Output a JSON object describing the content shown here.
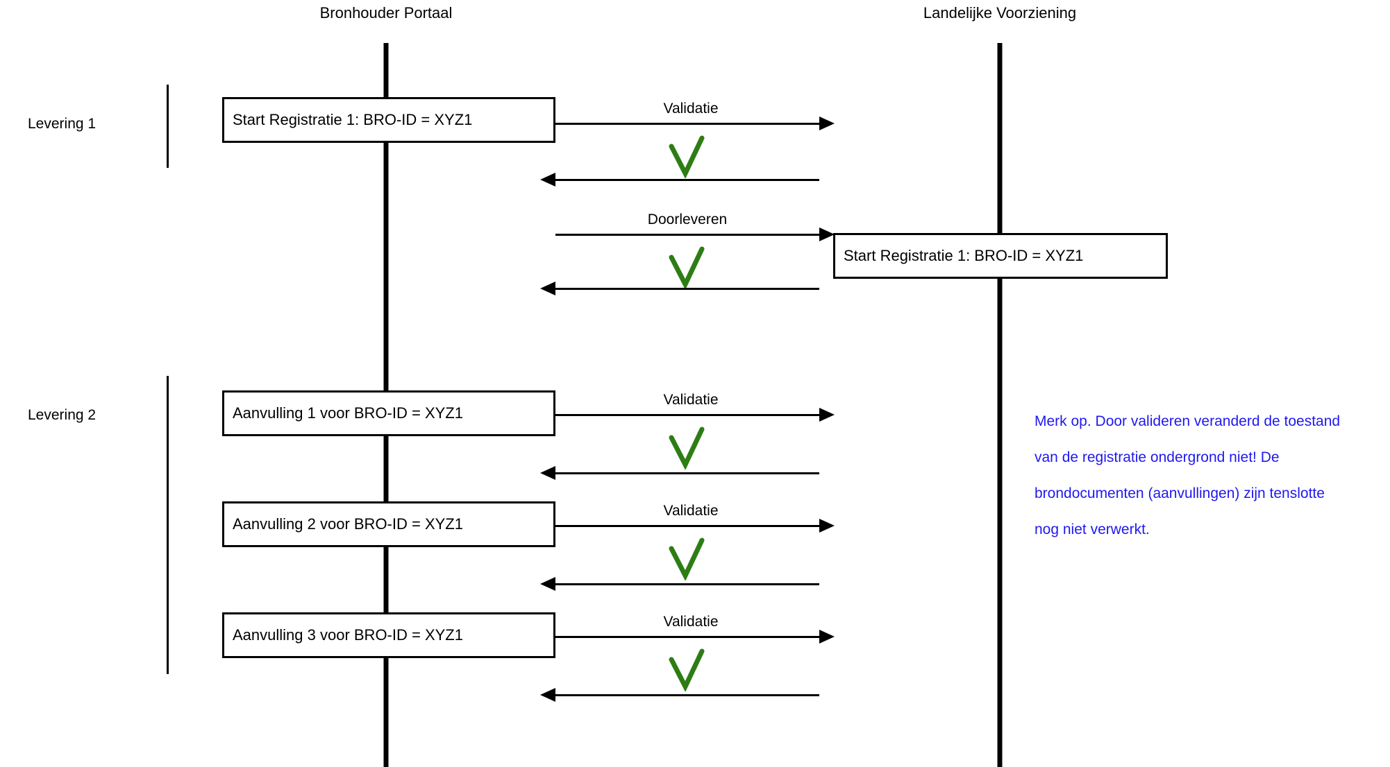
{
  "diagram": {
    "type": "sequence-diagram",
    "background_color": "#ffffff",
    "line_color": "#000000",
    "check_color": "#2d7d14",
    "note_color": "#1f18f0"
  },
  "participants": [
    {
      "id": "bronhouder",
      "label": "Bronhouder Portaal"
    },
    {
      "id": "landelijke",
      "label": "Landelijke Voorziening"
    }
  ],
  "groups": [
    {
      "id": "levering-1",
      "label": "Levering 1"
    },
    {
      "id": "levering-2",
      "label": "Levering 2"
    }
  ],
  "boxes": [
    {
      "id": "box-start-registratie-left",
      "label": "Start Registratie 1: BRO-ID = XYZ1"
    },
    {
      "id": "box-start-registratie-right",
      "label": "Start Registratie 1: BRO-ID = XYZ1"
    },
    {
      "id": "box-aanvulling-1",
      "label": "Aanvulling 1 voor BRO-ID = XYZ1"
    },
    {
      "id": "box-aanvulling-2",
      "label": "Aanvulling 2 voor BRO-ID = XYZ1"
    },
    {
      "id": "box-aanvulling-3",
      "label": "Aanvulling 3 voor BRO-ID = XYZ1"
    }
  ],
  "messages": [
    {
      "id": "msg-validatie-1",
      "label": "Validatie",
      "direction": "right"
    },
    {
      "id": "msg-return-1",
      "label": "",
      "direction": "left"
    },
    {
      "id": "msg-doorleveren",
      "label": "Doorleveren",
      "direction": "right"
    },
    {
      "id": "msg-return-2",
      "label": "",
      "direction": "left"
    },
    {
      "id": "msg-validatie-2",
      "label": "Validatie",
      "direction": "right"
    },
    {
      "id": "msg-return-3",
      "label": "",
      "direction": "left"
    },
    {
      "id": "msg-validatie-3",
      "label": "Validatie",
      "direction": "right"
    },
    {
      "id": "msg-return-4",
      "label": "",
      "direction": "left"
    },
    {
      "id": "msg-validatie-4",
      "label": "Validatie",
      "direction": "right"
    },
    {
      "id": "msg-return-5",
      "label": "",
      "direction": "left"
    }
  ],
  "note": {
    "text": "Merk  op. Door valideren veranderd de toestand van de registratie ondergrond niet! De brondocumenten (aanvullingen) zijn tenslotte nog niet verwerkt.",
    "line1": "Merk  op. Door valideren veranderd de toestand",
    "line2": "van de registratie ondergrond niet! De",
    "line3": "brondocumenten (aanvullingen) zijn tenslotte",
    "line4": "nog niet verwerkt."
  }
}
